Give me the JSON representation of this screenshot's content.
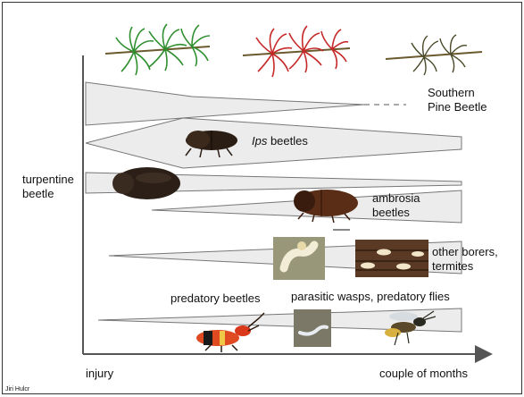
{
  "labels": {
    "southern_pine_beetle_line1": "Southern",
    "southern_pine_beetle_line2": "Pine Beetle",
    "ips_italic": "Ips",
    "ips_rest": " beetles",
    "turpentine_line1": "turpentine",
    "turpentine_line2": "beetle",
    "ambrosia_line1": "ambrosia",
    "ambrosia_line2": "beetles",
    "other_borers_line1": "other borers,",
    "other_borers_line2": "termites",
    "predatory_beetles": "predatory beetles",
    "parasitic_wasps": "parasitic wasps, predatory flies",
    "x_start": "injury",
    "x_end": "couple of months",
    "credit": "Jiri Hulcr"
  },
  "colors": {
    "band_fill": "#ececec",
    "band_stroke": "#777777",
    "axis": "#555555",
    "needles_green": "#2f8f2f",
    "needles_red": "#c62828",
    "needles_dead": "#4a4a2a",
    "branch": "#6b5a2e"
  },
  "icons": {
    "twig_healthy": "green-pine-twig-icon",
    "twig_dying": "red-pine-twig-icon",
    "twig_dead": "dead-pine-twig-icon",
    "ips_beetle": "bark-beetle-photo",
    "turpentine_beetle": "turpentine-beetle-photo",
    "ambrosia_beetle": "ambrosia-beetle-photo",
    "larva": "borer-larva-photo",
    "termites": "termites-photo",
    "clerid": "checkered-beetle-photo",
    "wasp_larva": "parasitoid-larva-photo",
    "wasp": "parasitic-wasp-photo"
  }
}
